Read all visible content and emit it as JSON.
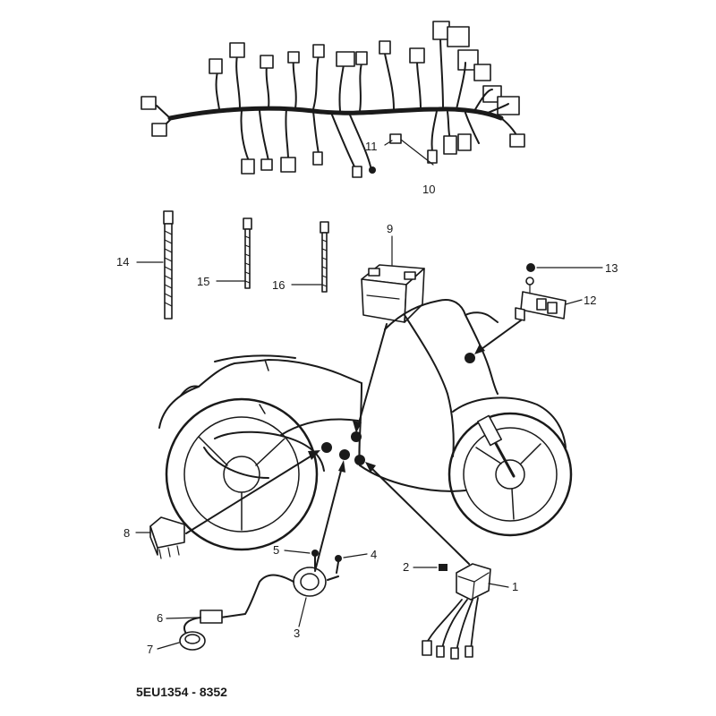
{
  "diagram": {
    "part_code": "5EU1354 - 8352",
    "callouts": [
      "1",
      "2",
      "3",
      "4",
      "5",
      "6",
      "7",
      "8",
      "9",
      "10",
      "11",
      "12",
      "13",
      "14",
      "15",
      "16"
    ],
    "colors": {
      "ink": "#1a1a1a",
      "background": "#ffffff"
    }
  }
}
